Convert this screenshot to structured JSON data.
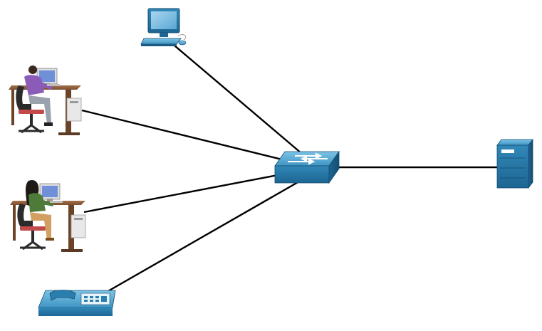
{
  "diagram": {
    "type": "star-topology",
    "central_device": "switch",
    "nodes": [
      {
        "id": "switch",
        "kind": "switch"
      },
      {
        "id": "desktop-computer",
        "kind": "computer"
      },
      {
        "id": "workstation-man",
        "kind": "workstation-with-user"
      },
      {
        "id": "workstation-woman",
        "kind": "workstation-with-user"
      },
      {
        "id": "ip-phone",
        "kind": "ip-phone"
      },
      {
        "id": "server",
        "kind": "server"
      }
    ],
    "links": [
      {
        "from": "switch",
        "to": "desktop-computer"
      },
      {
        "from": "switch",
        "to": "workstation-man"
      },
      {
        "from": "switch",
        "to": "workstation-woman"
      },
      {
        "from": "switch",
        "to": "ip-phone"
      },
      {
        "from": "switch",
        "to": "server"
      }
    ]
  },
  "colors": {
    "device_blue": "#2a7fae",
    "device_blue_light": "#5fb0d8",
    "device_blue_dark": "#1a5c84",
    "link": "#000000",
    "background": "#ffffff"
  },
  "icons": {
    "switch": "switch-icon",
    "desktop-computer": "desktop-computer-icon",
    "workstation-man": "workstation-user-icon",
    "workstation-woman": "workstation-user-icon",
    "ip-phone": "ip-phone-icon",
    "server": "server-icon"
  }
}
